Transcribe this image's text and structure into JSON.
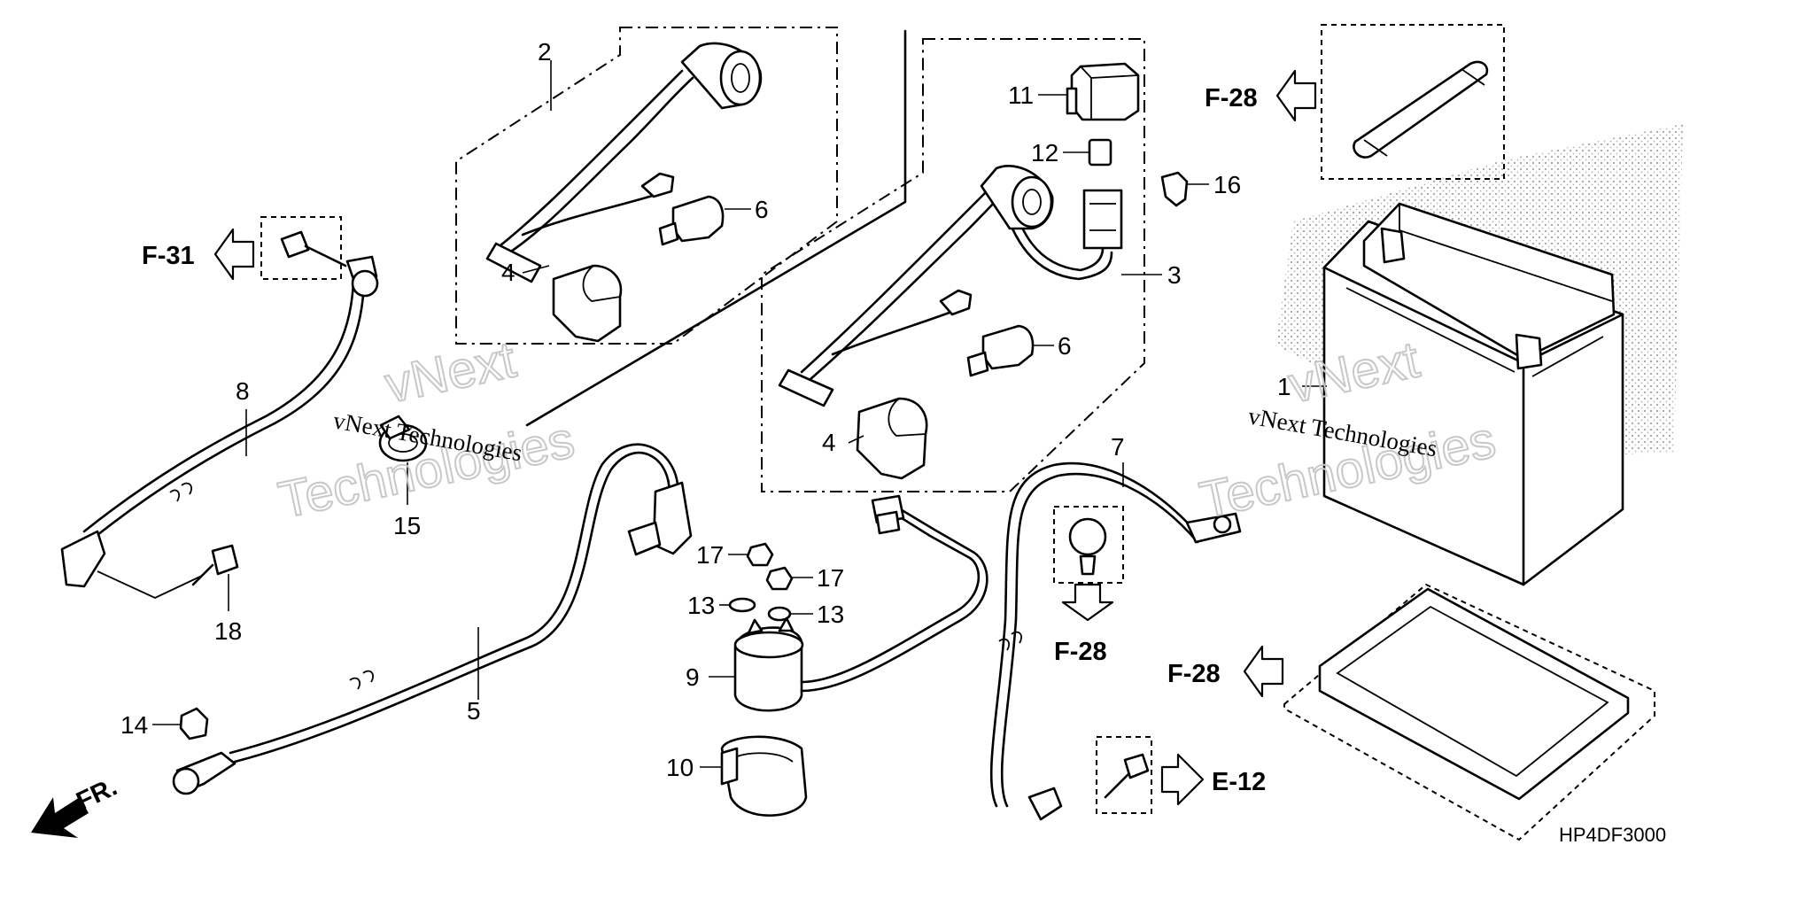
{
  "diagram_code": "HP4DF3000",
  "front_label": "FR.",
  "watermark": {
    "brand": "vNext",
    "suffix": "Technologies",
    "line": "vNext Technologies"
  },
  "part_numbers": {
    "p1": "1",
    "p2": "2",
    "p3": "3",
    "p4a": "4",
    "p4b": "4",
    "p5": "5",
    "p6a": "6",
    "p6b": "6",
    "p7": "7",
    "p8": "8",
    "p9": "9",
    "p10": "10",
    "p11": "11",
    "p12": "12",
    "p13a": "13",
    "p13b": "13",
    "p14": "14",
    "p15": "15",
    "p16": "16",
    "p17a": "17",
    "p17b": "17",
    "p18": "18"
  },
  "references": {
    "f31": "F-31",
    "f28_top": "F-28",
    "f28_mid": "F-28",
    "f28_tray": "F-28",
    "e12": "E-12"
  }
}
